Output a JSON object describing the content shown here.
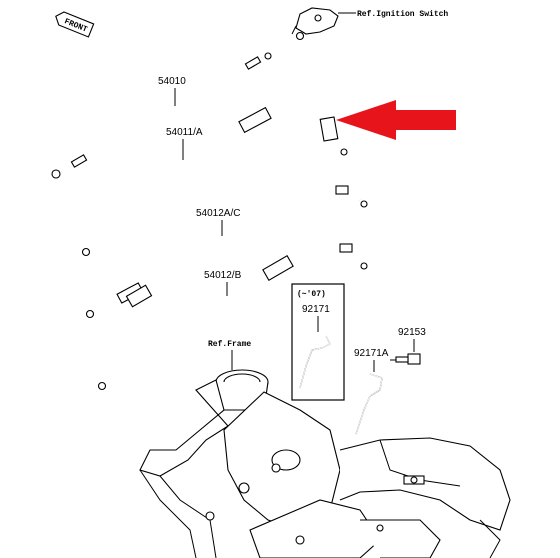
{
  "parts": {
    "p54010": "54010",
    "p54011": "54011/A",
    "p54012ac": "54012A/C",
    "p54012b": "54012/B",
    "p92171": "92171",
    "p92171a": "92171A",
    "p92153": "92153"
  },
  "refs": {
    "ignition": "Ref.Ignition Switch",
    "frame": "Ref.Frame"
  },
  "inset": {
    "label": "(~'07)"
  },
  "front_tag": "FRONT",
  "arrow_color": "#e8141c"
}
